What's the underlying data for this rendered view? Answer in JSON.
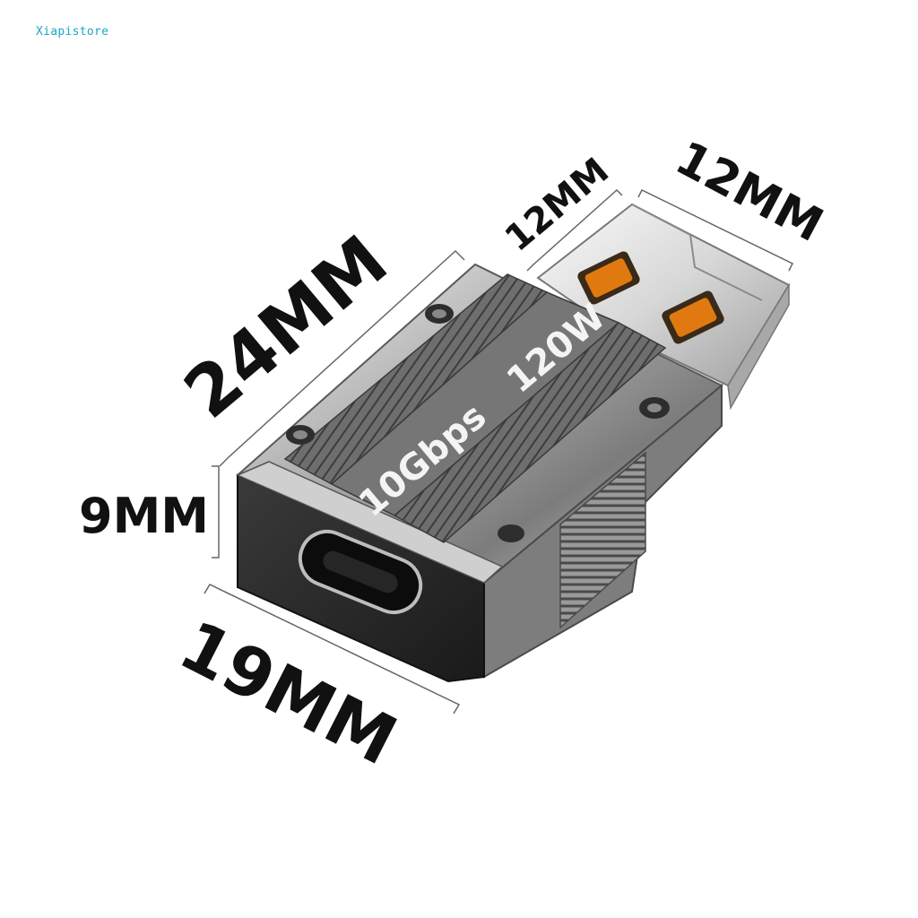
{
  "watermark": "Xiapistore",
  "dimensions": {
    "length": "24MM",
    "height": "9MM",
    "width": "19MM",
    "plug_width": "12MM",
    "plug_length": "12MM"
  },
  "product_markings": {
    "speed": "10Gbps",
    "power": "120W"
  },
  "colors": {
    "plug_contacts": "#e07a10",
    "body_metal": "#8a8a8a",
    "face": "#2a2a2a"
  },
  "icons": [
    "usb-a-plug-icon",
    "usb-c-port-icon",
    "screw-icon"
  ]
}
